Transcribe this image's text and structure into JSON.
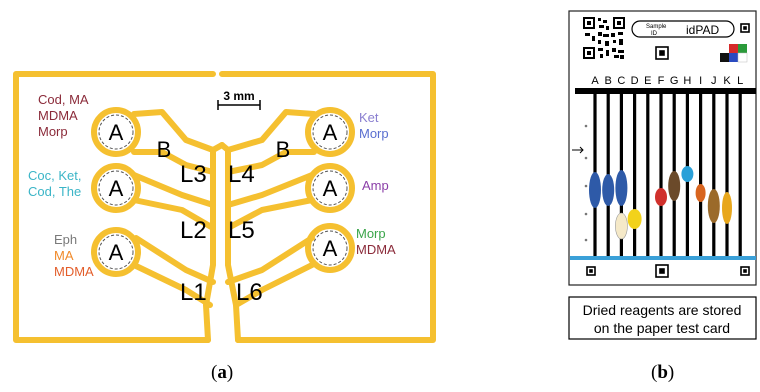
{
  "panel_a": {
    "caption_open": "(",
    "caption_letter": "a",
    "caption_close": ")",
    "scale_bar": "3 mm",
    "pads": [
      {
        "letter": "A",
        "text": [
          "Cod, MA",
          "MDMA",
          "Morp"
        ],
        "colors": [
          "#8b2b3a",
          "#8b2b3a",
          "#8b2b3a"
        ]
      },
      {
        "letter": "A",
        "text": [
          "Coc, Ket,",
          "Cod, The"
        ],
        "colors": [
          "#3bb5c7",
          "#3bb5c7"
        ]
      },
      {
        "letter": "A",
        "text": [
          "Eph",
          "MA",
          "MDMA"
        ],
        "colors": [
          "#7a7a7a",
          "#f08a2a",
          "#e35d2a"
        ]
      },
      {
        "letter": "A",
        "text": [
          "Ket",
          "Morp"
        ],
        "colors": [
          "#8a7fd0",
          "#5a6fd0"
        ]
      },
      {
        "letter": "A",
        "text": [
          "Amp"
        ],
        "colors": [
          "#8b3fa8"
        ]
      },
      {
        "letter": "A",
        "text": [
          "Morp",
          "MDMA"
        ],
        "colors": [
          "#3aa54a",
          "#8b2b3a"
        ]
      }
    ],
    "b_left": "B",
    "b_right": "B",
    "lane_labels": [
      "L1",
      "L2",
      "L3",
      "L4",
      "L5",
      "L6"
    ],
    "channel_color": "#f5c030"
  },
  "panel_b": {
    "caption_open": "(",
    "caption_letter": "b",
    "caption_close": ")",
    "sample_id": "Sample ID",
    "brand": "idPAD",
    "lanes": [
      "A",
      "B",
      "C",
      "D",
      "E",
      "F",
      "G",
      "H",
      "I",
      "J",
      "K",
      "L"
    ],
    "dried_reagents_line1": "Dried reagents are stored",
    "dried_reagents_line2": "on the paper test card"
  },
  "spot_colors": [
    "#2e5aa8",
    "#f5e9c8",
    "#f2d21b",
    "#d0302c",
    "#6b4a2a",
    "#2aa0d8",
    "#d8641e",
    "#9b6a2a",
    "#e8a71c"
  ]
}
